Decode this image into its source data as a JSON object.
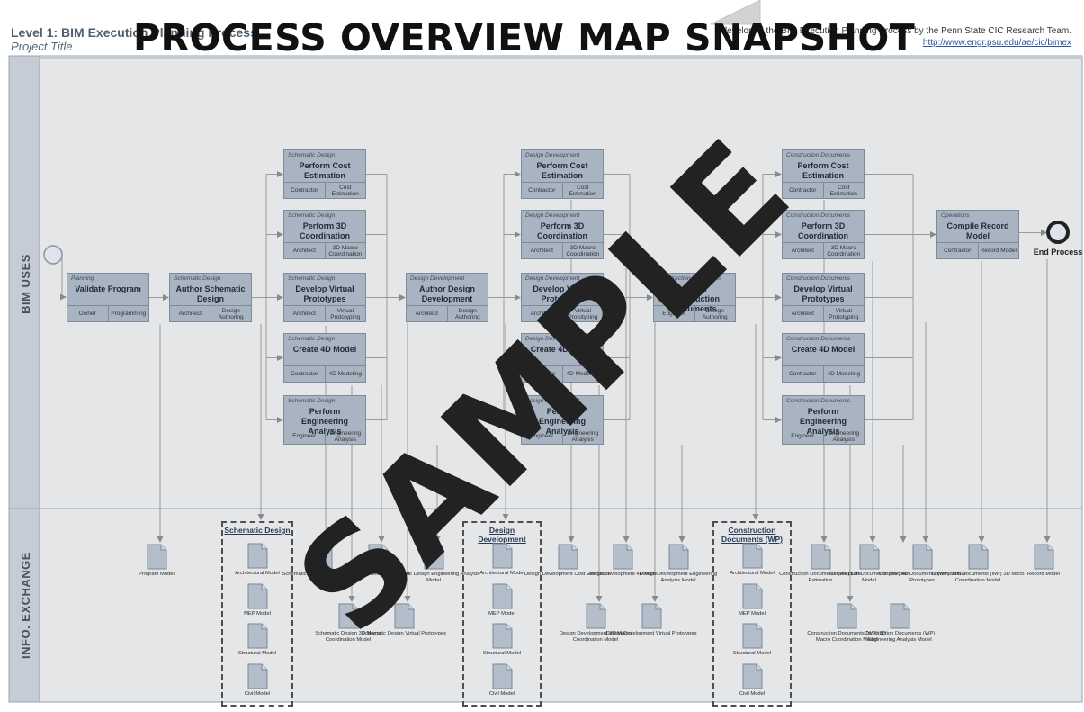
{
  "header": {
    "title": "Level 1: BIM Execution Planning Process",
    "subtitle": "Project Title",
    "credit": "developed the BIM Execution Planning Process by the Penn State CIC Research Team.",
    "url": "http://www.engr.psu.edu/ae/cic/bimex"
  },
  "banner": "PROCESS OVERVIEW MAP SNAPSHOT",
  "watermark": "SAMPLE",
  "lanes": {
    "top": "BIM USES",
    "bottom": "INFO. EXCHANGE"
  },
  "events": {
    "end": "End Process"
  },
  "processes": [
    {
      "id": "p1",
      "phase": "Planning",
      "title": "Validate Program",
      "left": "Owner",
      "right": "Programming"
    },
    {
      "id": "p2",
      "phase": "Schematic Design",
      "title": "Author Schematic Design",
      "left": "Architect",
      "right": "Design Authoring"
    },
    {
      "id": "p3",
      "phase": "Schematic Design",
      "title": "Perform Cost Estimation",
      "left": "Contractor",
      "right": "Cost Estimation"
    },
    {
      "id": "p4",
      "phase": "Schematic Design",
      "title": "Perform 3D Coordination",
      "left": "Architect",
      "right": "3D Macro Coordination"
    },
    {
      "id": "p5",
      "phase": "Schematic Design",
      "title": "Develop Virtual Prototypes",
      "left": "Architect",
      "right": "Virtual Prototyping"
    },
    {
      "id": "p6",
      "phase": "Schematic Design",
      "title": "Create 4D Model",
      "left": "Contractor",
      "right": "4D Modeling"
    },
    {
      "id": "p7",
      "phase": "Schematic Design",
      "title": "Perform Engineering Analysis",
      "left": "Engineer",
      "right": "Engineering Analysis"
    },
    {
      "id": "p8",
      "phase": "Design Development",
      "title": "Author Design Development",
      "left": "Architect",
      "right": "Design Authoring"
    },
    {
      "id": "p9",
      "phase": "Design Development",
      "title": "Perform Cost Estimation",
      "left": "Contractor",
      "right": "Cost Estimation"
    },
    {
      "id": "p10",
      "phase": "Design Development",
      "title": "Perform 3D Coordination",
      "left": "Architect",
      "right": "3D Macro Coordination"
    },
    {
      "id": "p11",
      "phase": "Design Development",
      "title": "Develop Virtual Prototypes",
      "left": "Architect",
      "right": "Virtual Prototyping"
    },
    {
      "id": "p12",
      "phase": "Design Development",
      "title": "Create 4D Model",
      "left": "Contractor",
      "right": "4D Modeling"
    },
    {
      "id": "p13",
      "phase": "Design Development",
      "title": "Perform Engineering Analysis",
      "left": "Engineer",
      "right": "Engineering Analysis"
    },
    {
      "id": "p14",
      "phase": "Construction Documents",
      "title": "Author Construction Documents",
      "left": "Engineer",
      "right": "Design Authoring"
    },
    {
      "id": "p15",
      "phase": "Construction Documents",
      "title": "Perform Cost Estimation",
      "left": "Contractor",
      "right": "Cost Estimation"
    },
    {
      "id": "p16",
      "phase": "Construction Documents",
      "title": "Perform 3D Coordination",
      "left": "Architect",
      "right": "3D Macro Coordination"
    },
    {
      "id": "p17",
      "phase": "Construction Documents",
      "title": "Develop Virtual Prototypes",
      "left": "Architect",
      "right": "Virtual Prototyping"
    },
    {
      "id": "p18",
      "phase": "Construction Documents",
      "title": "Create 4D Model",
      "left": "Contractor",
      "right": "4D Modeling"
    },
    {
      "id": "p19",
      "phase": "Construction Documents",
      "title": "Perform Engineering Analysis",
      "left": "Engineer",
      "right": "Engineering Analysis"
    },
    {
      "id": "p20",
      "phase": "Operations",
      "title": "Compile Record Model",
      "left": "Contractor",
      "right": "Record Model"
    }
  ],
  "groups": [
    {
      "id": "g1",
      "title": "Schematic Design"
    },
    {
      "id": "g2",
      "title": "Design Development"
    },
    {
      "id": "g3",
      "title": "Construction Documents (WP)"
    }
  ],
  "documents": [
    {
      "id": "d_prog",
      "label": "Program Model"
    },
    {
      "id": "d_g1a",
      "label": "Architectural Model"
    },
    {
      "id": "d_g1b",
      "label": "MEP Model"
    },
    {
      "id": "d_g1c",
      "label": "Structural Model"
    },
    {
      "id": "d_g1d",
      "label": "Civil Model"
    },
    {
      "id": "d_sd1",
      "label": "Schematic Design Cost Estimation"
    },
    {
      "id": "d_sd2",
      "label": "Schematic Design 4D Model"
    },
    {
      "id": "d_sd3",
      "label": "Schematic Design Engineering Analysis Model"
    },
    {
      "id": "d_sd4",
      "label": "Schematic Design 3D Macro Coordination Model"
    },
    {
      "id": "d_sd5",
      "label": "Schematic Design Virtual Prototypes"
    },
    {
      "id": "d_g2a",
      "label": "Architectural Model"
    },
    {
      "id": "d_g2b",
      "label": "MEP Model"
    },
    {
      "id": "d_g2c",
      "label": "Structural Model"
    },
    {
      "id": "d_g2d",
      "label": "Civil Model"
    },
    {
      "id": "d_dd1",
      "label": "Design Development Cost Estimation"
    },
    {
      "id": "d_dd2",
      "label": "Design Development 4D Model"
    },
    {
      "id": "d_dd3",
      "label": "Design Development Engineering Analysis Model"
    },
    {
      "id": "d_dd4",
      "label": "Design Development 3D Macro Coordination Model"
    },
    {
      "id": "d_dd5",
      "label": "Design Development Virtual Prototypes"
    },
    {
      "id": "d_g3a",
      "label": "Architectural Model"
    },
    {
      "id": "d_g3b",
      "label": "MEP Model"
    },
    {
      "id": "d_g3c",
      "label": "Structural Model"
    },
    {
      "id": "d_g3d",
      "label": "Civil Model"
    },
    {
      "id": "d_cd1",
      "label": "Construction Documents (WP) Cost Estimation"
    },
    {
      "id": "d_cd2",
      "label": "Construction Documents (WP) 4D Model"
    },
    {
      "id": "d_cd3",
      "label": "Construction Documents (WP) Virtual Prototypes"
    },
    {
      "id": "d_cd4",
      "label": "Construction Documents (WP) 3D Micro Coordination Model"
    },
    {
      "id": "d_cd5",
      "label": "Record Model"
    },
    {
      "id": "d_cd6",
      "label": "Construction Documents (WP) 3D Macro Coordination Model"
    },
    {
      "id": "d_cd7",
      "label": "Construction Documents (WP) Engineering Analysis Model"
    }
  ],
  "colors": {
    "box_fill": "#a9b4c2",
    "lane_bg": "#e4e6e8",
    "lane_label_bg": "#c5ccd5",
    "connector": "#9a9a9a"
  }
}
